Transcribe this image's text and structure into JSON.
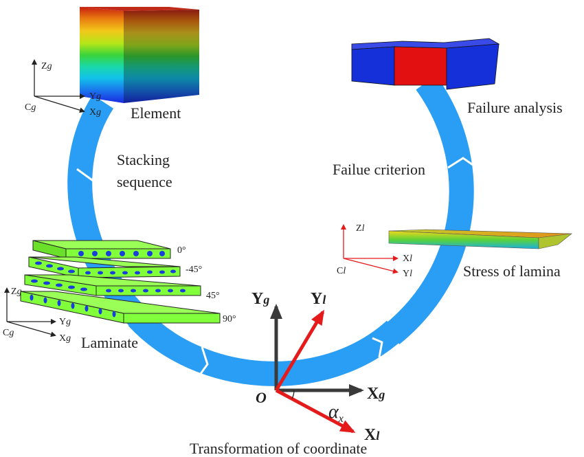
{
  "labels": {
    "element": "Element",
    "stacking_line1": "Stacking",
    "stacking_line2": "sequence",
    "laminate": "Laminate",
    "failure_analysis": "Failure analysis",
    "failure_criterion": "Failue criterion",
    "stress_of_lamina": "Stress of lamina",
    "transformation": "Transformation of coordinate"
  },
  "ply_angles": [
    "0°",
    "-45°",
    "45°",
    "90°"
  ],
  "global_axes_top": {
    "z": "Z",
    "y": "Y",
    "x": "X",
    "origin": "C",
    "sub": "g"
  },
  "global_axes_laminate": {
    "z": "Z",
    "y": "Y",
    "x": "X",
    "origin": "C",
    "sub": "g"
  },
  "local_axes": {
    "z": "Z",
    "x": "X",
    "y": "Y",
    "origin": "C",
    "sub": "l"
  },
  "transform_axes": {
    "yg": "Y",
    "yg_sub": "g",
    "xg": "X",
    "xg_sub": "g",
    "yl": "Y",
    "yl_sub": "l",
    "xl": "X",
    "xl_sub": "l",
    "origin": "O",
    "alpha": "α",
    "alpha_sub": "x"
  },
  "colors": {
    "cycle_arrow": "#2a9df4",
    "ply_fill": "#80ff3a",
    "fiber_dot": "#1a3fd8",
    "axis_red": "#e51a1a",
    "axis_dark": "#3a3a3a",
    "failure_blue": "#1530d8",
    "failure_red": "#e21010"
  }
}
